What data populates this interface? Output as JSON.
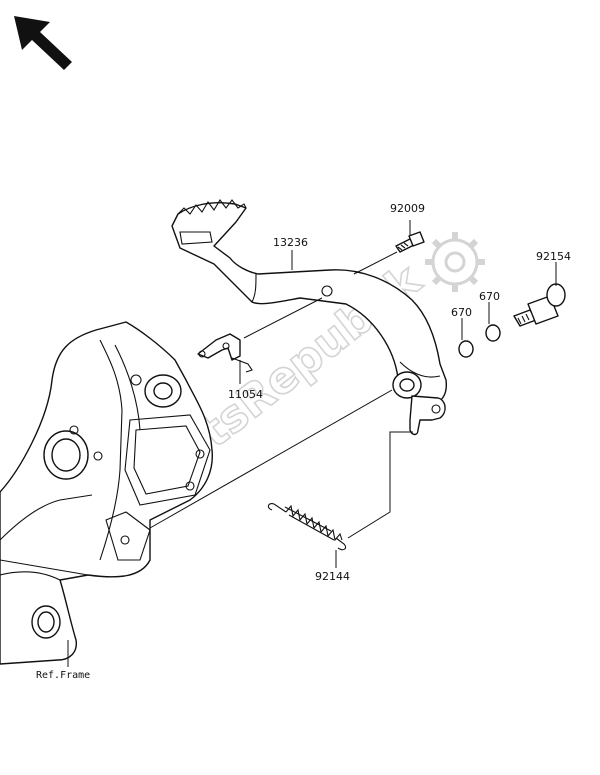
{
  "diagram": {
    "labels": {
      "p92009": "92009",
      "p13236": "13236",
      "p92154": "92154",
      "p670a": "670",
      "p670b": "670",
      "p11054": "11054",
      "p92144": "92144",
      "ref_frame": "Ref.Frame"
    },
    "watermark": "PartsRepublik",
    "colors": {
      "line": "#111111",
      "watermark": "#d4d4d4",
      "background": "#ffffff"
    },
    "icons": {
      "orientation": "arrow-up-left-icon",
      "watermark_logo": "gear-icon"
    }
  }
}
